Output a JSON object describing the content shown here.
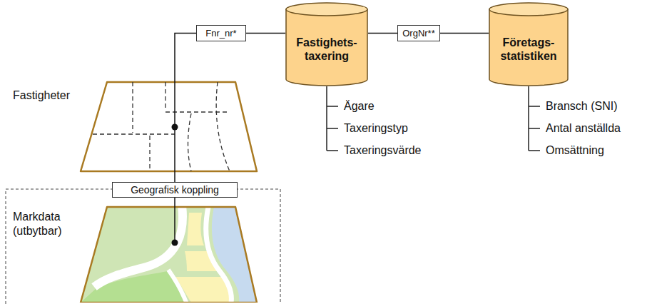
{
  "diagram": {
    "nodes": [
      {
        "text": [
          "Fnr_nr*"
        ]
      },
      {
        "text": [
          "Fastighets- taxering"
        ]
      },
      {
        "text": [
          "OrgNr**"
        ]
      },
      {
        "text": [
          "Företags- statistiken"
        ]
      },
      {
        "text": [
          "Fastigheter"
        ]
      },
      {
        "text": [
          "Geografisk koppling"
        ]
      },
      {
        "text": [
          "Markdata (utbytbar)"
        ]
      }
    ],
    "edges": [
      {
        "from": 0,
        "to": 1,
        "arrow": "none"
      },
      {
        "from": 1,
        "to": 2,
        "arrow": "none"
      },
      {
        "from": 2,
        "to": 3,
        "arrow": "none"
      },
      {
        "from": 0,
        "to": 4,
        "arrow": "none"
      },
      {
        "from": 4,
        "to": 5,
        "arrow": "none"
      },
      {
        "from": 5,
        "to": 6,
        "arrow": "none"
      }
    ],
    "labels": [
      "Ägare",
      "Taxeringstyp",
      "Taxeringsvärde",
      "Bransch (SNI)",
      "Antal anställda",
      "Omsättning"
    ]
  }
}
